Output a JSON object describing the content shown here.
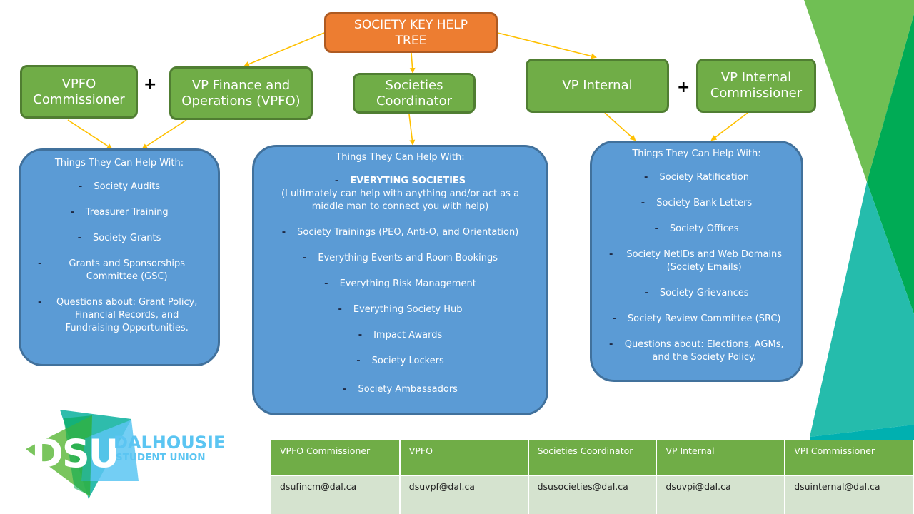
{
  "root": {
    "label": "SOCIETY KEY HELP TREE"
  },
  "roles": {
    "vpfo_commissioner": "VPFO Commissioner",
    "vpfo": "VP Finance and Operations (VPFO)",
    "societies_coordinator": "Societies Coordinator",
    "vp_internal": "VP Internal",
    "vpi_commissioner": "VP Internal Commissioner"
  },
  "connectors": {
    "plus": "+"
  },
  "boxes": {
    "left": {
      "heading": "Things They Can Help With:",
      "items": [
        "Society Audits",
        "Treasurer Training",
        "Society Grants",
        "Grants and Sponsorships Committee (GSC)",
        "Questions about: Grant Policy, Financial Records, and Fundraising Opportunities."
      ]
    },
    "center": {
      "heading": "Things They Can Help With:",
      "lead_item": {
        "title": "EVERYTING SOCIETIES",
        "note": "(I ultimately can help with anything and/or act as a middle man to connect you with help)"
      },
      "items": [
        "Society Trainings (PEO, Anti-O, and Orientation)",
        "Everything Events and Room Bookings",
        "Everything Risk Management",
        "Everything Society Hub",
        "Impact Awards",
        "Society Lockers",
        "Society Ambassadors"
      ]
    },
    "right": {
      "heading": "Things They Can Help With:",
      "items": [
        "Society Ratification",
        "Society Bank Letters",
        "Society Offices",
        "Society NetIDs and Web Domains (Society Emails)",
        "Society Grievances",
        "Society Review Committee (SRC)",
        "Questions about: Elections, AGMs, and the Society Policy."
      ]
    }
  },
  "logo": {
    "mark": "DSU",
    "name_line1": "DALHOUSIE",
    "name_line2": "STUDENT UNION"
  },
  "contacts": {
    "headers": [
      "VPFO Commissioner",
      "VPFO",
      "Societies Coordinator",
      "VP Internal",
      "VPI Commissioner"
    ],
    "emails": [
      "dsufincm@dal.ca",
      "dsuvpf@dal.ca",
      "dsusocieties@dal.ca",
      "dsuvpi@dal.ca",
      "dsuinternal@dal.ca"
    ]
  },
  "colors": {
    "root_fill": "#ed7d31",
    "role_fill": "#70ad47",
    "box_fill": "#5b9bd5",
    "arrow": "#ffc000",
    "logo_blue": "#5bc5f2",
    "table_header": "#70ad47",
    "table_cell": "#d5e3cf"
  }
}
